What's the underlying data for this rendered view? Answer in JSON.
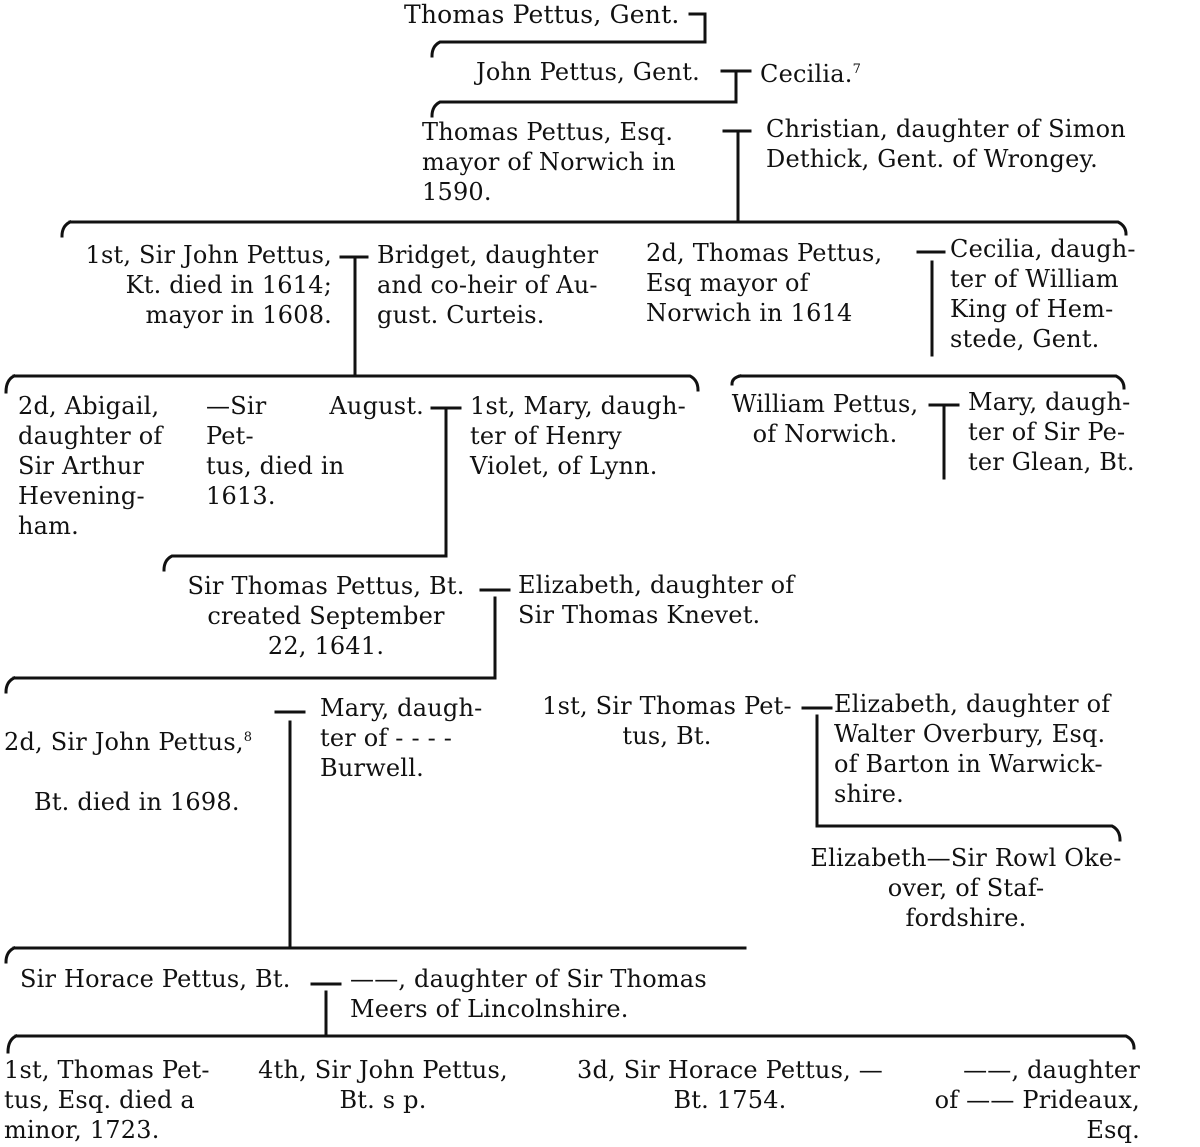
{
  "people": {
    "g1_thomas": "Thomas Pettus, Gent.",
    "g2_john": "John Pettus, Gent.",
    "g2_cecilia": "Cecilia.",
    "g2_cecilia_note": "7",
    "g3_thomas": "Thomas Pettus, Esq.\nmayor of Norwich in\n1590.",
    "g3_christian": "Christian, daughter of Simon\nDethick, Gent. of Wrongey.",
    "g4_sir_john": "1st, Sir John Pettus,\nKt. died in 1614;\nmayor in 1608.",
    "g4_bridget": "Bridget, daughter\nand co-heir of Au-\ngust. Curteis.",
    "g4_thomas": "2d, Thomas Pettus,\nEsq mayor of\nNorwich in 1614",
    "g4_cecilia": "Cecilia, daugh-\nter of William\nKing of Hem-\nstede, Gent.",
    "g5_abigail": "2d, Abigail,\ndaughter of\nSir Arthur\nHevening-\nham.",
    "g5_sir_august": "—Sir August. Pet-\ntus, died in\n1613.",
    "g5_mary_violet": "1st, Mary, daugh-\nter of Henry\nViolet, of Lynn.",
    "g5_william": "William Pettus,\nof Norwich.",
    "g5_mary_glean": "Mary, daugh-\nter of Sir Pe-\nter Glean, Bt.",
    "g6_sir_thomas": "Sir Thomas Pettus, Bt.\ncreated September\n22, 1641.",
    "g6_elizabeth": "Elizabeth, daughter of\nSir Thomas Knevet.",
    "g7_sir_john": "2d, Sir John Pettus,",
    "g7_sir_john_note": "8",
    "g7_sir_john_2": "Bt. died in 1698.",
    "g7_mary_burwell": "Mary, daugh-\nter of - - - -\nBurwell.",
    "g7_sir_thomas": "1st, Sir Thomas Pet-\ntus, Bt.",
    "g7_elizabeth_overbury": "Elizabeth, daughter of\nWalter Overbury, Esq.\nof Barton in Warwick-\nshire.",
    "g8_elizabeth_okeover": "Elizabeth—Sir Rowl Oke-\nover, of Staf-\nfordshire.",
    "g8_sir_horace": "Sir Horace Pettus, Bt.",
    "g8_meers": "——, daughter of Sir Thomas\nMeers of Lincolnshire.",
    "g9_thomas": "1st, Thomas Pet-\ntus, Esq. died a\nminor, 1723.",
    "g9_sir_john": "4th, Sir John Pettus,\nBt. s p.",
    "g9_sir_horace": "3d, Sir Horace Pettus, —\nBt. 1754.",
    "g9_prideaux": "——, daughter\nof —— Prideaux,\nEsq."
  }
}
